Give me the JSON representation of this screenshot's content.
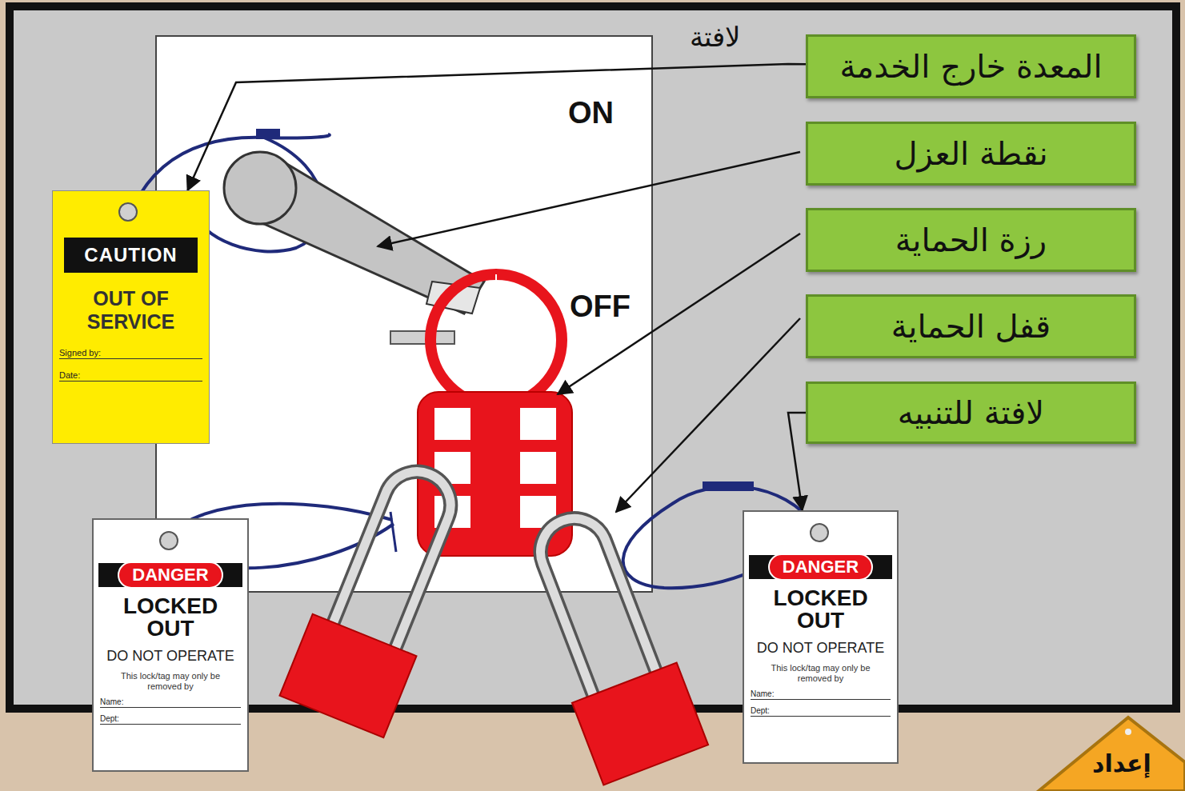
{
  "diagram": {
    "nodes": [
      {
        "text": [
          "المعدة خارج الخدمة"
        ]
      },
      {
        "text": [
          "نقطة العزل"
        ]
      },
      {
        "text": [
          "رزة الحماية"
        ]
      },
      {
        "text": [
          "قفل الحماية"
        ]
      },
      {
        "text": [
          "لافتة للتنبيه"
        ]
      },
      {
        "text": [
          "CAUTION",
          "OUT OF SERVICE",
          "Signed by:",
          "Date:"
        ]
      },
      {
        "text": [
          "DANGER",
          "LOCKED OUT",
          "DO NOT OPERATE",
          "This lock/tag may only be removed by",
          "Name:",
          "Dept:"
        ]
      },
      {
        "text": [
          "DANGER",
          "LOCKED OUT",
          "DO NOT OPERATE",
          "This lock/tag may only be removed by",
          "Name:",
          "Dept:"
        ]
      },
      {
        "text": [
          "إعداد"
        ]
      }
    ],
    "edges": [
      {
        "from": 0,
        "to": 5,
        "arrow": "to"
      },
      {
        "from": 4,
        "to": 7,
        "arrow": "to"
      }
    ],
    "labels": [
      "لافتة",
      "ON",
      "OFF"
    ]
  }
}
